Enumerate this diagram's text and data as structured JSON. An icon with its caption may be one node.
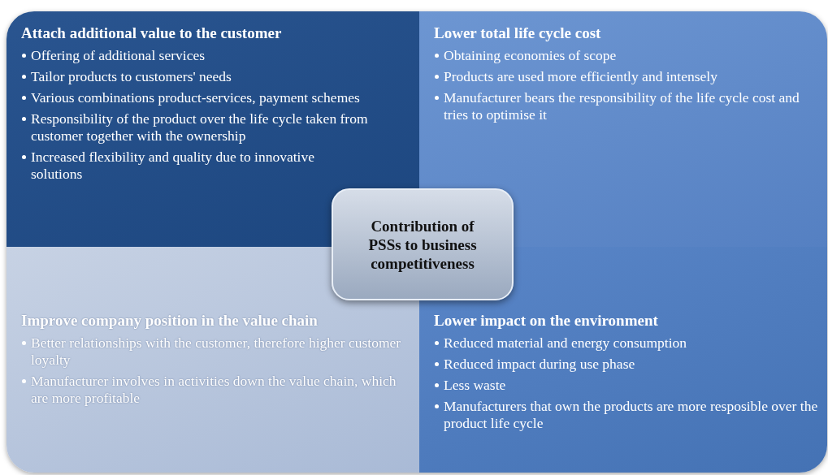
{
  "diagram": {
    "nodes": [
      {
        "text": [
          "Attach additional value to the customer",
          "Offering of additional services",
          "Tailor products to customers' needs",
          "Various combinations product-services, payment schemes",
          "Responsibility of the product over the life cycle taken from customer together with the ownership",
          "Increased flexibility and quality due to innovative solutions"
        ]
      },
      {
        "text": [
          "Lower total life cycle cost",
          "Obtaining economies of scope",
          "Products are used more efficiently and intensely",
          "Manufacturer bears the responsibility of the life cycle cost and tries to optimise it"
        ]
      },
      {
        "text": [
          "Improve company position in the value chain",
          "Better relationships with the customer, therefore higher customer loyalty",
          "Manufacturer involves in activities down the value chain, which are more profitable"
        ]
      },
      {
        "text": [
          "Lower impact on the environment",
          "Reduced material and energy consumption",
          "Reduced impact during use phase",
          "Less waste",
          "Manufacturers that own the products are more resposible  over the product life cycle"
        ]
      },
      {
        "text": [
          "Contribution of PSSs to business competitiveness"
        ]
      }
    ]
  }
}
